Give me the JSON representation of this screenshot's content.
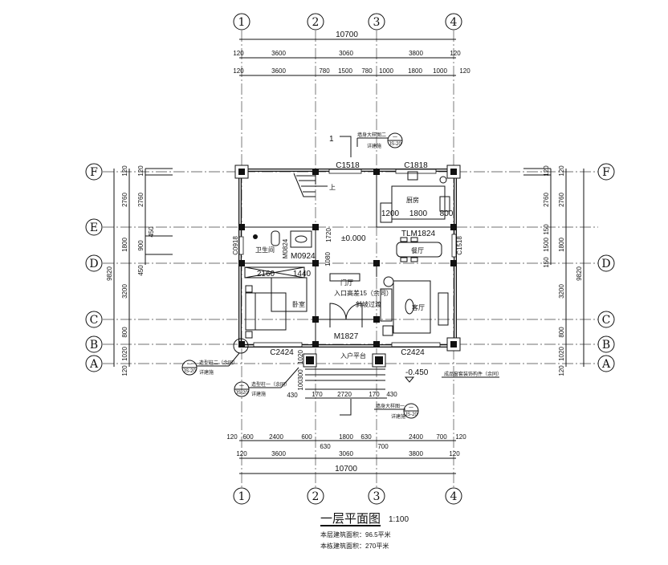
{
  "axes": {
    "columns": [
      "1",
      "2",
      "3",
      "4"
    ],
    "rows": [
      "F",
      "E",
      "D",
      "C",
      "B",
      "A"
    ]
  },
  "top_dims": {
    "total": "10700",
    "row2": [
      "120",
      "3600",
      "3060",
      "3800",
      "120"
    ],
    "row3": [
      "120",
      "3600",
      "780",
      "1500",
      "780",
      "1000",
      "1800",
      "1000",
      "120"
    ]
  },
  "bottom_dims": {
    "row1": [
      "120",
      "600",
      "2400",
      "600",
      "630",
      "1800",
      "630",
      "700",
      "2400",
      "700",
      "120"
    ],
    "row2": [
      "120",
      "3600",
      "3060",
      "3800",
      "120"
    ],
    "total": "10700"
  },
  "left_dims": {
    "total": "9820",
    "mid": [
      "120",
      "2760",
      "1800",
      "3200",
      "800",
      "1020",
      "120"
    ],
    "inner": [
      "120",
      "2760",
      "450",
      "900",
      "450"
    ]
  },
  "right_dims": {
    "total": "9820",
    "mid": [
      "120",
      "2760",
      "1800",
      "3200",
      "800",
      "1020",
      "120"
    ],
    "inner": [
      "120",
      "2760",
      "150",
      "1500",
      "150"
    ]
  },
  "rooms": {
    "kitchen": "厨房",
    "dining": "餐厅",
    "living": "客厅",
    "bathroom": "卫生间",
    "bedroom": "卧室",
    "foyer": "门厅",
    "entry_platform": "入户平台"
  },
  "labels": {
    "c1518_top": "C1518",
    "c1818": "C1818",
    "k1200": "1200",
    "k1800": "1800",
    "k800": "800",
    "tlm1824": "TLM1824",
    "level0": "±0.000",
    "d1720": "1720",
    "c0918": "C0918",
    "m0824": "M0824",
    "m0924": "M0924",
    "d1080": "1080",
    "d2160": "2160",
    "d1440": "1440",
    "entry_diff": "入口高差15（余同）",
    "slope": "斜坡过渡",
    "m1827": "M1827",
    "c2424_left": "C2424",
    "c2424_right": "C2424",
    "c1518_right": "C1518",
    "up": "上",
    "level_ext": "-0.450",
    "d1020": "1020",
    "d300": "300",
    "d100": "100",
    "step_dims": [
      "430",
      "170",
      "2720",
      "170",
      "430"
    ],
    "window_trim": "成品窗套装饰构件（余同）"
  },
  "callouts": {
    "section_mark": "1",
    "wall_detail_2": "墙身大样图二",
    "wall_detail_1": "墙身大样图一",
    "column_2": "造型柱二（余同）",
    "column_1": "造型柱一（余同）",
    "ref": "详建施",
    "ref_num": "一",
    "ref_sheet": "JS-20"
  },
  "title": {
    "name": "一层平面图",
    "scale": "1:100",
    "floor_area": "本层建筑面积：96.5平米",
    "total_area": "本栋建筑面积：270平米"
  }
}
